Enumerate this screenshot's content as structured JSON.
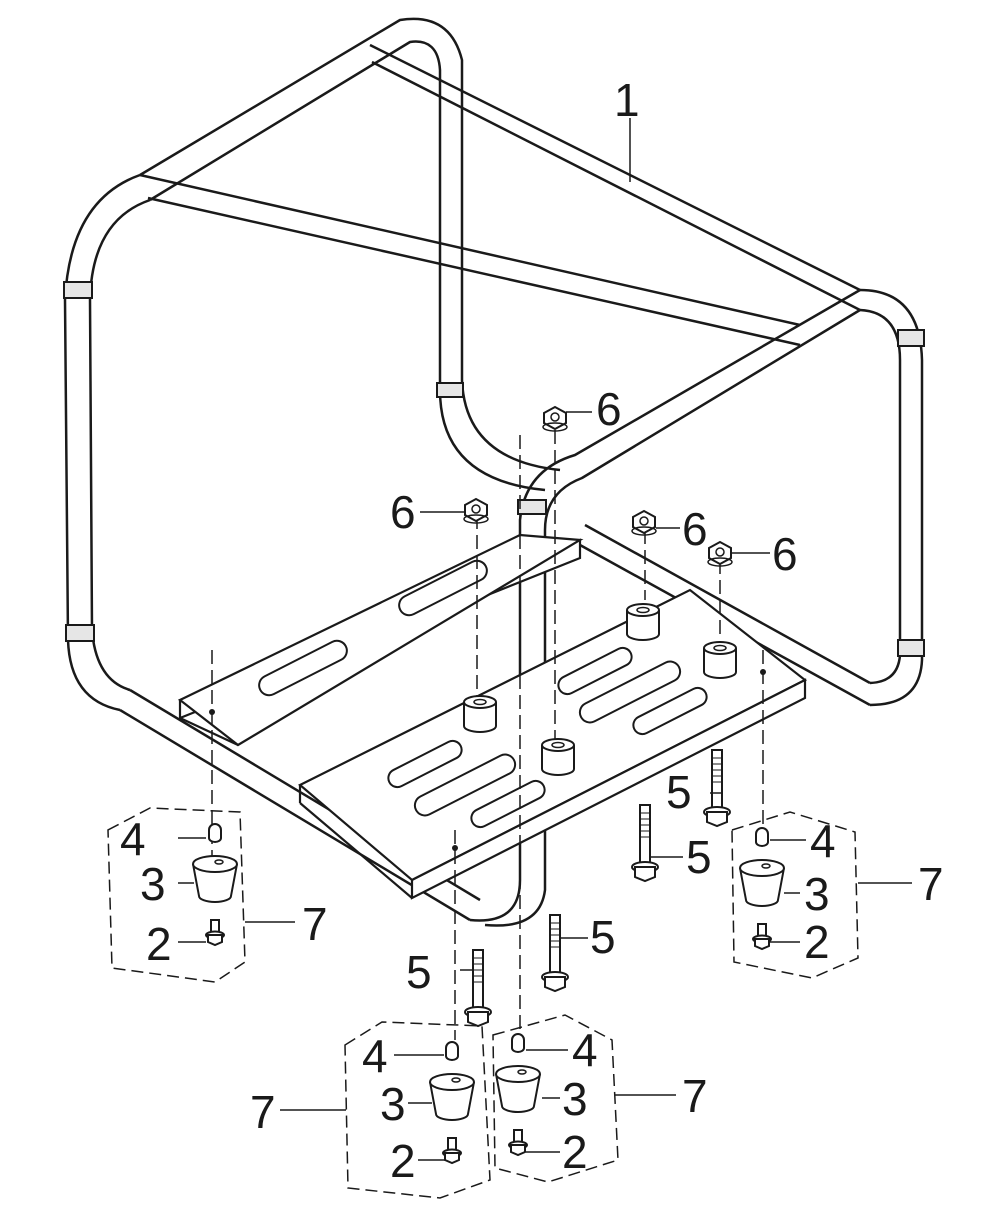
{
  "diagram": {
    "type": "exploded-parts-view",
    "part_numbers": [
      "1",
      "2",
      "3",
      "4",
      "5",
      "6",
      "7"
    ],
    "callouts": [
      {
        "id": "c1",
        "label": "1"
      },
      {
        "id": "c6a",
        "label": "6"
      },
      {
        "id": "c6b",
        "label": "6"
      },
      {
        "id": "c6c",
        "label": "6"
      },
      {
        "id": "c6d",
        "label": "6"
      },
      {
        "id": "c5a",
        "label": "5"
      },
      {
        "id": "c5b",
        "label": "5"
      },
      {
        "id": "c5c",
        "label": "5"
      },
      {
        "id": "c5d",
        "label": "5"
      },
      {
        "id": "c4a",
        "label": "4"
      },
      {
        "id": "c3a",
        "label": "3"
      },
      {
        "id": "c2a",
        "label": "2"
      },
      {
        "id": "c7a",
        "label": "7"
      },
      {
        "id": "c4b",
        "label": "4"
      },
      {
        "id": "c3b",
        "label": "3"
      },
      {
        "id": "c2b",
        "label": "2"
      },
      {
        "id": "c7b",
        "label": "7"
      },
      {
        "id": "c4c",
        "label": "4"
      },
      {
        "id": "c3c",
        "label": "3"
      },
      {
        "id": "c2c",
        "label": "2"
      },
      {
        "id": "c7c",
        "label": "7"
      },
      {
        "id": "c4d",
        "label": "4"
      },
      {
        "id": "c3d",
        "label": "3"
      },
      {
        "id": "c2d",
        "label": "2"
      },
      {
        "id": "c7d",
        "label": "7"
      }
    ],
    "colors": {
      "line": "#1a1a1a",
      "fill": "#ffffff",
      "shade": "#e6e6e6"
    }
  }
}
